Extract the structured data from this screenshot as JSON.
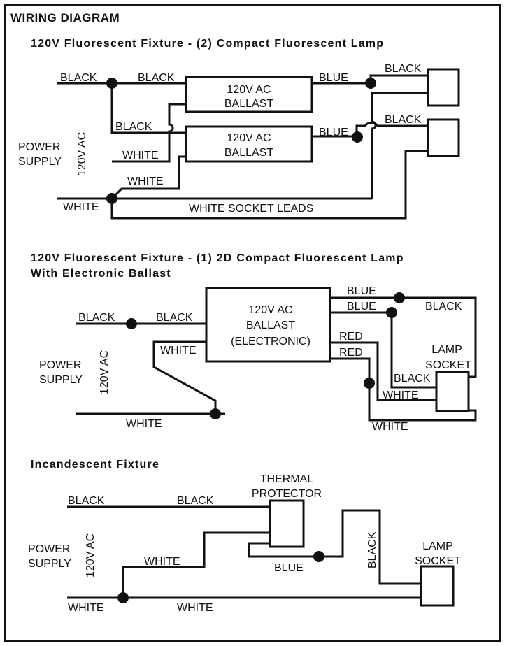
{
  "title": "WIRING DIAGRAM",
  "sections": [
    {
      "heading": "120V Fluorescent Fixture - (2) Compact Fluorescent Lamp",
      "power_label": [
        "POWER",
        "SUPPLY"
      ],
      "voltage_label": "120V AC",
      "components": [
        {
          "name": "ballast-1",
          "label": [
            "120V AC",
            "BALLAST"
          ]
        },
        {
          "name": "ballast-2",
          "label": [
            "120V AC",
            "BALLAST"
          ]
        },
        {
          "name": "lamp-socket-1",
          "label": []
        },
        {
          "name": "lamp-socket-2",
          "label": []
        }
      ],
      "wire_labels": {
        "supply_hot": "BLACK",
        "ballast1_black": "BLACK",
        "ballast2_black": "BLACK",
        "ballast1_white": "WHITE",
        "ballast2_white": "WHITE",
        "supply_neutral": "WHITE",
        "ballast1_blue": "BLUE",
        "ballast2_blue": "BLUE",
        "socket1_black": "BLACK",
        "socket2_black": "BLACK",
        "socket_leads": "WHITE SOCKET LEADS"
      }
    },
    {
      "heading_lines": [
        "120V Fluorescent Fixture - (1) 2D Compact Fluorescent Lamp",
        "With Electronic Ballast"
      ],
      "power_label": [
        "POWER",
        "SUPPLY"
      ],
      "voltage_label": "120V AC",
      "ballast_label": [
        "120V AC",
        "BALLAST",
        "(ELECTRONIC)"
      ],
      "socket_label": [
        "LAMP",
        "SOCKET"
      ],
      "wire_labels": {
        "supply_hot": "BLACK",
        "ballast_black": "BLACK",
        "ballast_white": "WHITE",
        "supply_neutral": "WHITE",
        "blue_1": "BLUE",
        "blue_2": "BLUE",
        "red_1": "RED",
        "red_2": "RED",
        "socket_black_top": "BLACK",
        "socket_black": "BLACK",
        "socket_white": "WHITE",
        "socket_white_bottom": "WHITE"
      }
    },
    {
      "heading": "Incandescent Fixture",
      "power_label": [
        "POWER",
        "SUPPLY"
      ],
      "voltage_label": "120V AC",
      "protector_label": [
        "THERMAL",
        "PROTECTOR"
      ],
      "socket_label": [
        "LAMP",
        "SOCKET"
      ],
      "wire_labels": {
        "supply_hot": "BLACK",
        "protector_black": "BLACK",
        "protector_white": "WHITE",
        "supply_neutral": "WHITE",
        "socket_white": "WHITE",
        "blue": "BLUE",
        "socket_black": "BLACK"
      }
    }
  ]
}
